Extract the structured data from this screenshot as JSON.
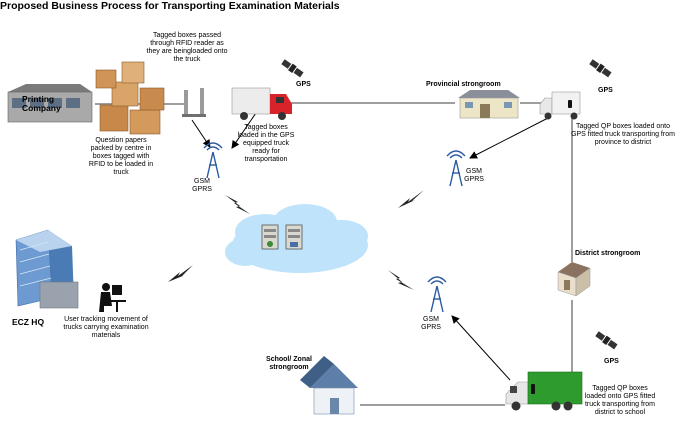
{
  "title": "Proposed Business Process for Transporting Examination Materials",
  "labels": {
    "printing_company": "Printing Company",
    "rfid_note": "Tagged boxes passed through RFID reader as they are beingloaded onto the truck",
    "boxes_note": "Question papers packed by centre in boxes tagged with RFID to be loaded in truck",
    "truck1_note": "Tagged boxes loaded in the GPS equipped truck ready for transportation",
    "gps_1": "GPS",
    "gps_2": "GPS",
    "gps_3": "GPS",
    "gsm_1": "GSM GPRS",
    "gsm_2": "GSM GPRS",
    "gsm_3": "GSM GPRS",
    "provincial": "Provincial strongroom",
    "truck2_note": "Tagged QP boxes loaded onto GPS fitted truck transporting from province to district",
    "district": "District strongroom",
    "truck3_note": "Tagged QP boxes loaded onto GPS fitted truck transporting from district to school",
    "school": "School/ Zonal strongroom",
    "ecz_hq": "ECZ HQ",
    "user_note": "User tracking movement of trucks carrying examination materials"
  },
  "colors": {
    "route_line": "#7f7f7f",
    "cloud": "#bfe3fb",
    "truck_red": "#d8232a",
    "truck_green": "#2d9b2d",
    "lightning": "#222222"
  }
}
